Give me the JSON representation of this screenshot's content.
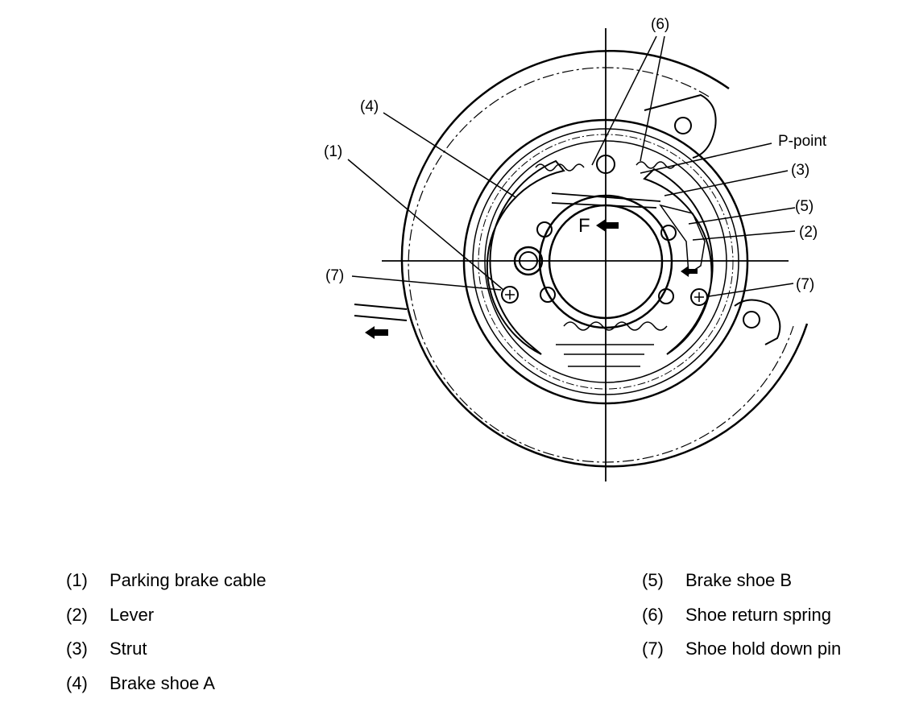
{
  "diagram": {
    "callouts": {
      "c1": "(1)",
      "c2": "(2)",
      "c3": "(3)",
      "c4": "(4)",
      "c5": "(5)",
      "c6": "(6)",
      "c7a": "(7)",
      "c7b": "(7)",
      "p_point": "P-point",
      "front": "F"
    }
  },
  "legend": {
    "left": [
      {
        "num": "(1)",
        "label": "Parking brake cable"
      },
      {
        "num": "(2)",
        "label": "Lever"
      },
      {
        "num": "(3)",
        "label": "Strut"
      },
      {
        "num": "(4)",
        "label": "Brake shoe A"
      }
    ],
    "right": [
      {
        "num": "(5)",
        "label": "Brake shoe B"
      },
      {
        "num": "(6)",
        "label": "Shoe return spring"
      },
      {
        "num": "(7)",
        "label": "Shoe hold down pin"
      }
    ]
  }
}
